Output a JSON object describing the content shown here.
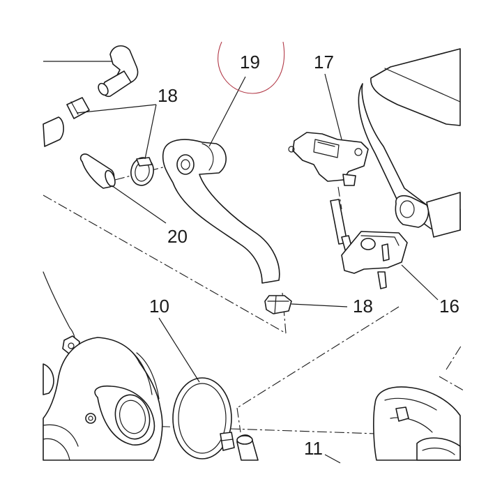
{
  "callouts": {
    "c19": "19",
    "c17": "17",
    "c18_top": "18",
    "c18_bottom": "18",
    "c20": "20",
    "c10": "10",
    "c16": "16",
    "c11": "11"
  },
  "colors": {
    "line": "#1a1a1a",
    "highlight_ring": "#b23a48",
    "background": "#ffffff"
  }
}
